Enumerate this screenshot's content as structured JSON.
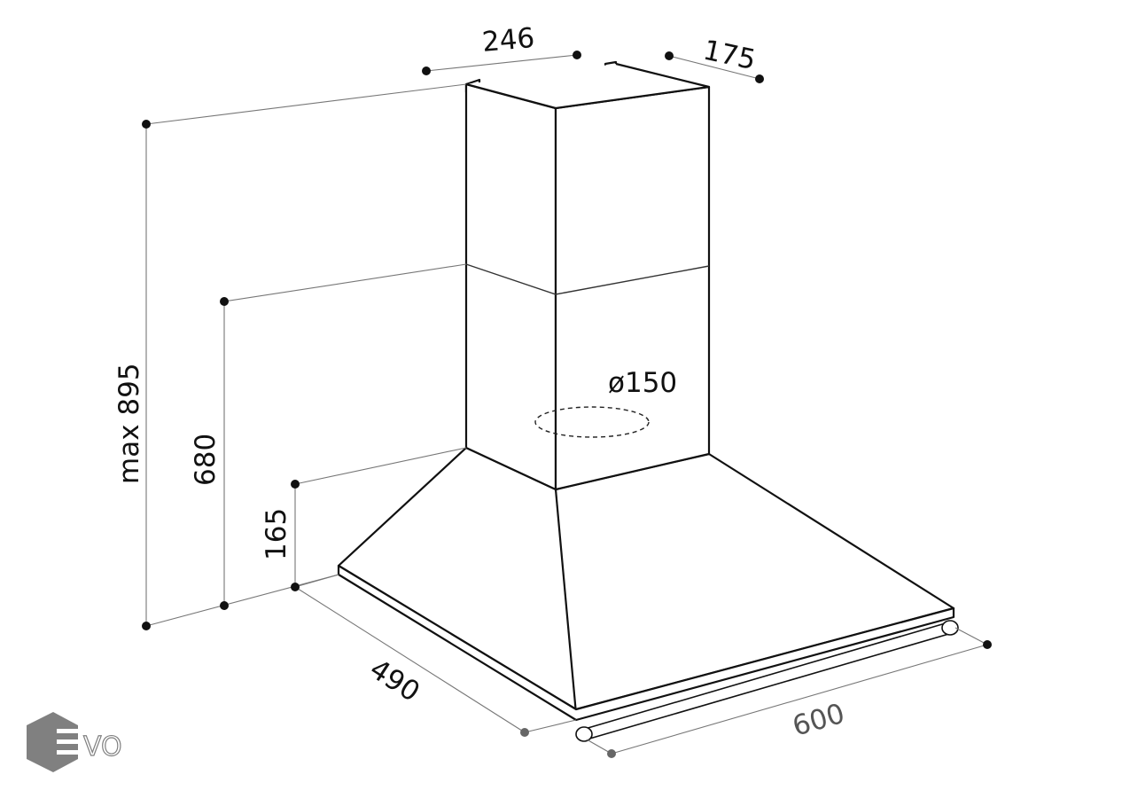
{
  "title": "Chimney cooker hood dimensions",
  "dimensions": {
    "chimney_width": "246",
    "chimney_depth": "175",
    "max_height": "max 895",
    "min_height": "680",
    "canopy_height": "165",
    "depth": "490",
    "width": "600",
    "outlet_diameter": "ø150"
  },
  "logo": {
    "text": "EVO",
    "color": "#808080"
  }
}
